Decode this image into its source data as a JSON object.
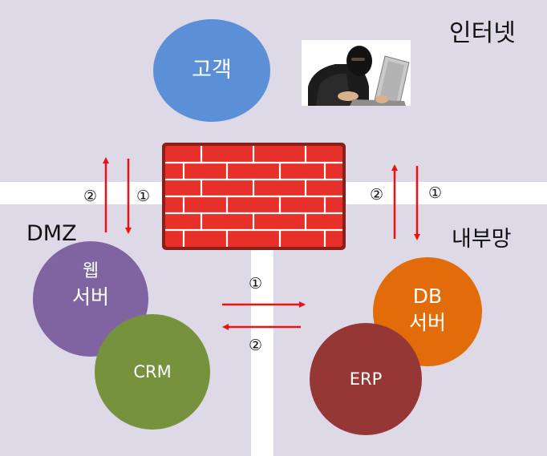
{
  "zones": {
    "internet_label": "인터넷",
    "dmz_label": "DMZ",
    "internal_label": "내부망"
  },
  "nodes": {
    "customer": "고객",
    "web_server_line1": "웹",
    "web_server_line2": "서버",
    "crm": "CRM",
    "db_server_line1": "DB",
    "db_server_line2": "서버",
    "erp": "ERP"
  },
  "flows": {
    "left": {
      "down_step": "①",
      "up_step": "②"
    },
    "right": {
      "down_step": "①",
      "up_step": "②"
    },
    "middle": {
      "to_internal_step": "①",
      "to_dmz_step": "②"
    }
  },
  "colors": {
    "zone": "#ddd9e6",
    "customer": "#5b8fd6",
    "web_server": "#8064a2",
    "crm": "#76923c",
    "db_server": "#e36c0a",
    "erp": "#953735",
    "firewall": "#e8302a",
    "arrow": "#ee1111"
  }
}
